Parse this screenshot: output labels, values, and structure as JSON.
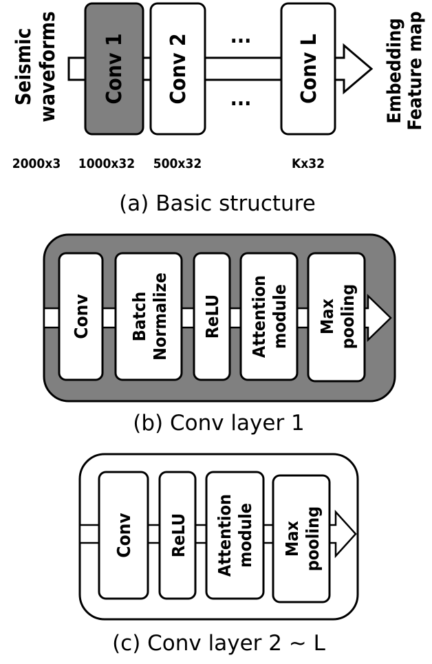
{
  "panel_a": {
    "input_label_line1": "Seismic",
    "input_label_line2": "waveforms",
    "blocks": [
      "Conv 1",
      "Conv 2",
      "Conv L"
    ],
    "ellipsis": "...",
    "output_label_line1": "Embedding",
    "output_label_line2": "Feature map",
    "dims": [
      "2000x3",
      "1000x32",
      "500x32",
      "Kx32"
    ],
    "caption": "(a) Basic structure",
    "highlight_color": "#808080"
  },
  "panel_b": {
    "blocks": [
      {
        "line1": "Conv",
        "line2": ""
      },
      {
        "line1": "Batch",
        "line2": "Normalize"
      },
      {
        "line1": "ReLU",
        "line2": ""
      },
      {
        "line1": "Attention",
        "line2": "module"
      },
      {
        "line1": "Max",
        "line2": "pooling"
      }
    ],
    "caption": "(b) Conv layer 1",
    "background_color": "#808080"
  },
  "panel_c": {
    "blocks": [
      {
        "line1": "Conv",
        "line2": ""
      },
      {
        "line1": "ReLU",
        "line2": ""
      },
      {
        "line1": "Attention",
        "line2": "module"
      },
      {
        "line1": "Max",
        "line2": "pooling"
      }
    ],
    "caption": "(c) Conv layer 2 ~ L",
    "background_color": "#ffffff"
  }
}
